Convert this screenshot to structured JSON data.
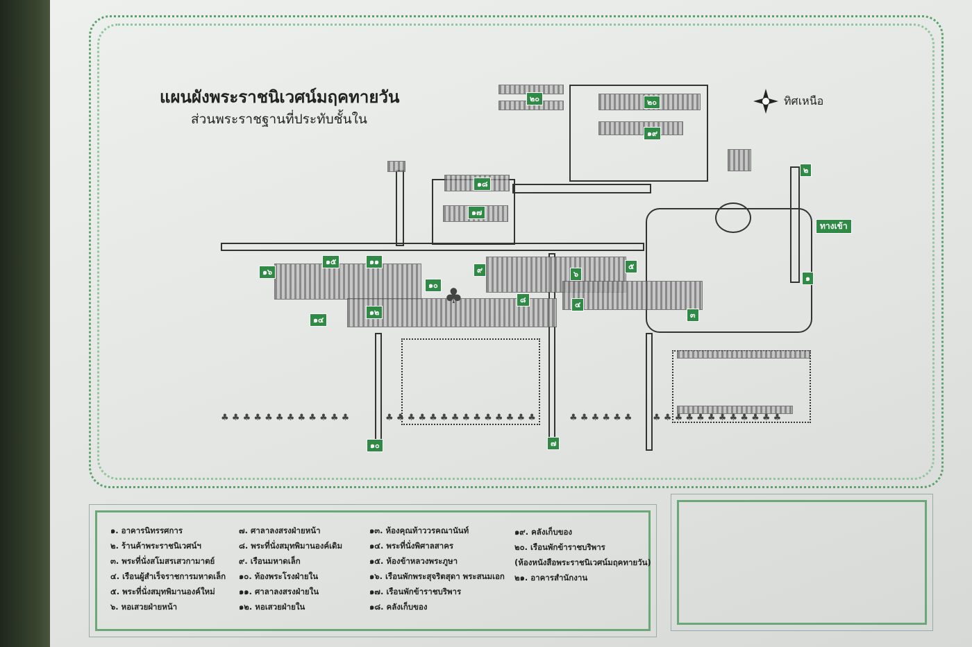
{
  "title": "แผนผังพระราชนิเวศน์มฤคทายวัน",
  "subtitle": "ส่วนพระราชฐานที่ประทับชั้นใน",
  "north_label": "ทิศเหนือ",
  "entrance_label": "ทางเข้า",
  "colors": {
    "accent": "#2f8a45",
    "vine": "#5aa16a",
    "board": "#e6e8e6"
  },
  "markers": [
    "๑",
    "๒",
    "๓",
    "๔",
    "๕",
    "๖",
    "๗",
    "๘",
    "๙",
    "๑๐",
    "๑๑",
    "๑๒",
    "๑๔",
    "๑๕",
    "๑๖",
    "๑๗",
    "๑๘",
    "๑๙",
    "๒๐",
    "๒๐",
    "๑๐"
  ],
  "legend": {
    "col1": [
      "๑. อาคารนิทรรศการ",
      "๒. ร้านค้าพระราชนิเวศน์ฯ",
      "๓. พระที่นั่งสโมสรเสวกามาตย์",
      "๔. เรือนผู้สำเร็จราชการมหาดเล็ก",
      "๕. พระที่นั่งสมุทพิมานองค์ใหม่",
      "๖. หอเสวยฝ่ายหน้า"
    ],
    "col2": [
      "๗. ศาลาลงสรงฝ่ายหน้า",
      "๘. พระที่นั่งสมุทพิมานองค์เดิม",
      "๙. เรือนมหาดเล็ก",
      "๑๐. ท้องพระโรงฝ่ายใน",
      "๑๑. ศาลาลงสรงฝ่ายใน",
      "๑๒. หอเสวยฝ่ายใน"
    ],
    "col3": [
      "๑๓. ห้องคุณท้าววรคณานันท์",
      "๑๔. พระที่นั่งพิศาลสาคร",
      "๑๕. ห้องข้าหลวงพระภูษา",
      "๑๖. เรือนพักพระสุจริตสุดา พระสนมเอก",
      "๑๗. เรือนพักข้าราชบริพาร",
      "๑๘. คลังเก็บของ"
    ],
    "col4": [
      "๑๙. คลังเก็บของ",
      "๒๐. เรือนพักข้าราชบริพาร",
      "(ห้องหนังสือพระราชนิเวศน์มฤคทายวัน)",
      "๒๑. อาคารสำนักงาน"
    ]
  }
}
